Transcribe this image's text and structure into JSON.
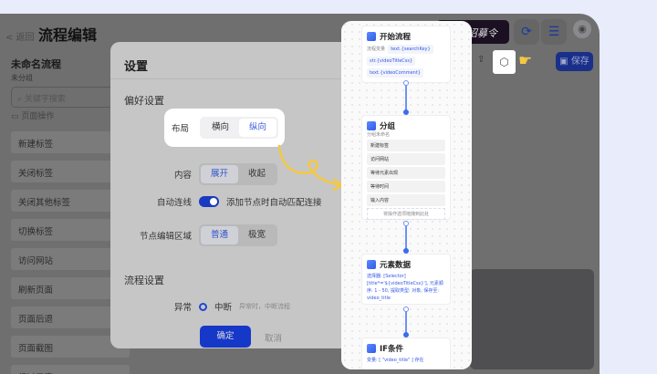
{
  "header": {
    "back": "< 返回",
    "title": "流程编辑",
    "banner": "招募令",
    "icons": [
      "refresh-icon",
      "list-icon",
      "avatar"
    ]
  },
  "sidebar": {
    "flow_name": "未命名流程",
    "group": "未分组",
    "search_placeholder": "关键字搜索",
    "category": "页面操作",
    "items": [
      "新建标签",
      "关闭标签",
      "关闭其他标签",
      "切换标签",
      "访问网站",
      "刷新页面",
      "页面后退",
      "页面截图",
      "经过元素"
    ]
  },
  "modal": {
    "title": "设置",
    "section_pref": "偏好设置",
    "layout": {
      "label": "布局",
      "options": [
        "横向",
        "纵向"
      ],
      "selected": "纵向"
    },
    "content": {
      "label": "内容",
      "options": [
        "展开",
        "收起"
      ],
      "selected": "展开"
    },
    "autoconnect": {
      "label": "自动连线",
      "enabled": true,
      "text": "添加节点时自动匹配连接"
    },
    "editarea": {
      "label": "节点编辑区域",
      "options": [
        "普通",
        "极宽"
      ],
      "selected": "普通"
    },
    "section_flow": "流程设置",
    "error": {
      "label": "异常",
      "option": "中断",
      "hint": "异常时，中断流程"
    },
    "ok": "确定",
    "cancel": "取消"
  },
  "toolbar": {
    "save": "保存"
  },
  "flow": {
    "start": {
      "title": "开始流程",
      "var_label": "流程变量",
      "vars": [
        "text.{searchKey}",
        "str.{videoTitleCss}",
        "text.{videoComment}"
      ]
    },
    "group": {
      "title": "分组",
      "subtitle": "分组未命名",
      "ops": [
        "新建标签",
        "访问网站",
        "等待元素出现",
        "等待时间",
        "输入内容"
      ],
      "drop": "将操作选项拖拽到此处"
    },
    "element": {
      "title": "元素数据",
      "desc": "选择器: [Selector] [title*='${videoTitleCss}'], 元素顺序: 1 - 50, 提取类型: 对象, 保存至: video_title"
    },
    "ifnode": {
      "title": "IF条件",
      "desc": "变量: [ \"video_title\" ] 存在"
    }
  },
  "colors": {
    "accent": "#1638c8",
    "page_bg": "#e9ecfb",
    "highlight_arrow": "#f5c842"
  }
}
